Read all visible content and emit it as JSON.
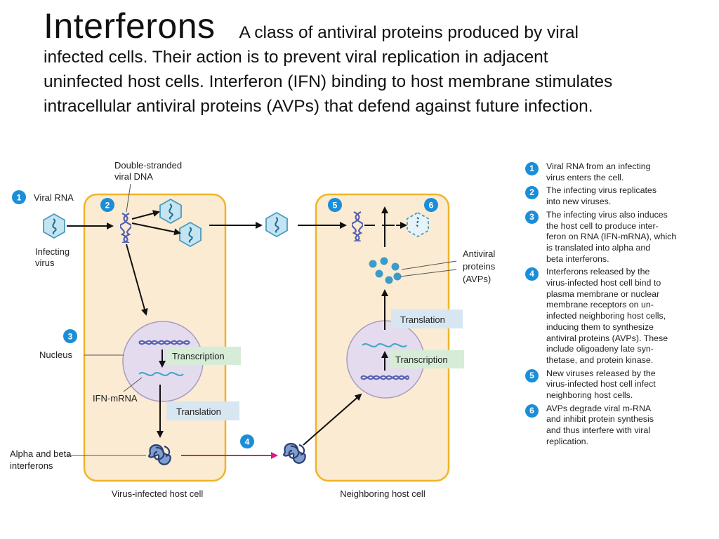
{
  "title": {
    "heading": "Interferons",
    "line1": "A class of antiviral proteins produced by viral",
    "line2": "infected cells.  Their action is to prevent viral replication in adjacent",
    "line3": "uninfected host cells.  Interferon (IFN) binding to host membrane stimulates",
    "line4": "intracellular antiviral proteins (AVPs) that defend against future infection."
  },
  "diagram": {
    "labels": {
      "viral_rna": "Viral RNA",
      "infecting_virus_1": "Infecting",
      "infecting_virus_2": "virus",
      "ds_dna_1": "Double-stranded",
      "ds_dna_2": "viral DNA",
      "nucleus": "Nucleus",
      "ifn_mrna": "IFN-mRNA",
      "alpha_beta_1": "Alpha and beta",
      "alpha_beta_2": "interferons",
      "transcription": "Transcription",
      "translation": "Translation",
      "antiviral_1": "Antiviral",
      "antiviral_2": "proteins",
      "antiviral_3": "(AVPs)",
      "cell_left": "Virus-infected host cell",
      "cell_right": "Neighboring host cell"
    },
    "step_numbers": [
      "1",
      "2",
      "3",
      "4",
      "5",
      "6"
    ],
    "colors": {
      "cell_fill": "#faebd2",
      "cell_border": "#f0b429",
      "step_circle": "#1a8ed8",
      "label_box": "#d8e6f2",
      "label_box_green": "#d6ecd6",
      "nucleus_fill": "#e4dcee",
      "virus_fill": "#c3e4f0",
      "dna": "#5560b0",
      "mrna": "#4aa8c8",
      "interferon": "#6f8fc4",
      "avp": "#3c9cc8",
      "ifn_arrow": "#e0187f"
    }
  },
  "legend": [
    {
      "num": "1",
      "text": "Viral RNA from an infecting\nvirus enters the cell."
    },
    {
      "num": "2",
      "text": "The infecting virus replicates\ninto new viruses."
    },
    {
      "num": "3",
      "text": "The infecting virus also induces\nthe host cell to produce inter-\nferon on RNA (IFN-mRNA), which\nis translated into alpha and\nbeta interferons."
    },
    {
      "num": "4",
      "text": "Interferons released by the\nvirus-infected host cell bind to\nplasma membrane or nuclear\nmembrane receptors on un-\ninfected neighboring host cells,\ninducing them to synthesize\nantiviral proteins (AVPs). These\ninclude oligoadeny late syn-\nthetase, and protein kinase."
    },
    {
      "num": "5",
      "text": "New viruses released by the\nvirus-infected host cell infect\nneighboring host cells."
    },
    {
      "num": "6",
      "text": "AVPs degrade viral m-RNA\nand inhibit protein synthesis\nand thus interfere with viral\nreplication."
    }
  ]
}
